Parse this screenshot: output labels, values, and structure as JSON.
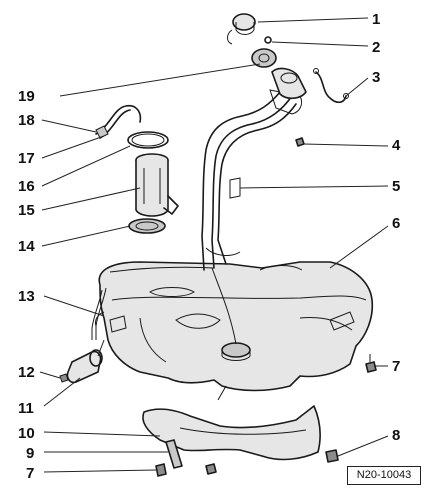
{
  "callouts": {
    "c1": "1",
    "c2": "2",
    "c3": "3",
    "c4": "4",
    "c5": "5",
    "c6": "6",
    "c7a": "7",
    "c7b": "7",
    "c8": "8",
    "c9": "9",
    "c10": "10",
    "c11": "11",
    "c12": "12",
    "c13": "13",
    "c14": "14",
    "c15": "15",
    "c16": "16",
    "c17": "17",
    "c18": "18",
    "c19": "19"
  },
  "figure_code": "N20-10043"
}
